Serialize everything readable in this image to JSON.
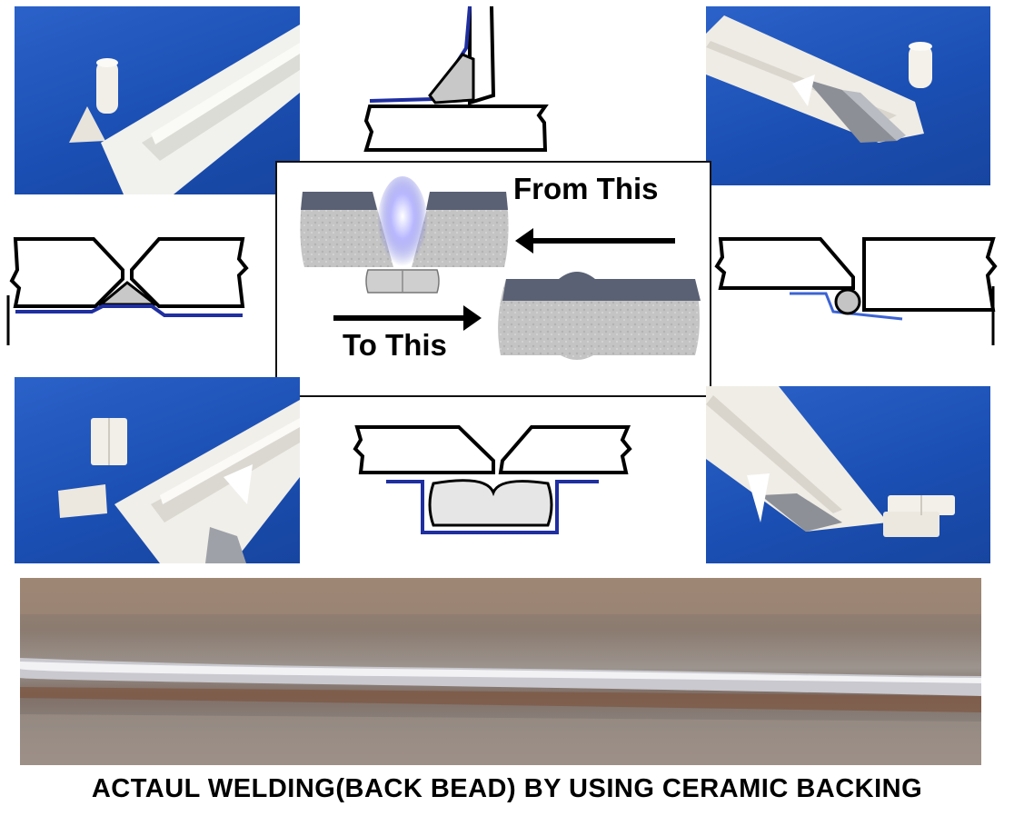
{
  "center": {
    "from_label": "From This",
    "to_label": "To This"
  },
  "caption": "ACTAUL WELDING(BACK BEAD) BY USING CERAMIC BACKING",
  "colors": {
    "photo_blue": "#1b4fb3",
    "backing_line": "#1f2fa0",
    "ceramic": "#e6e6e6",
    "weld_bead": "#c9c9cf"
  }
}
